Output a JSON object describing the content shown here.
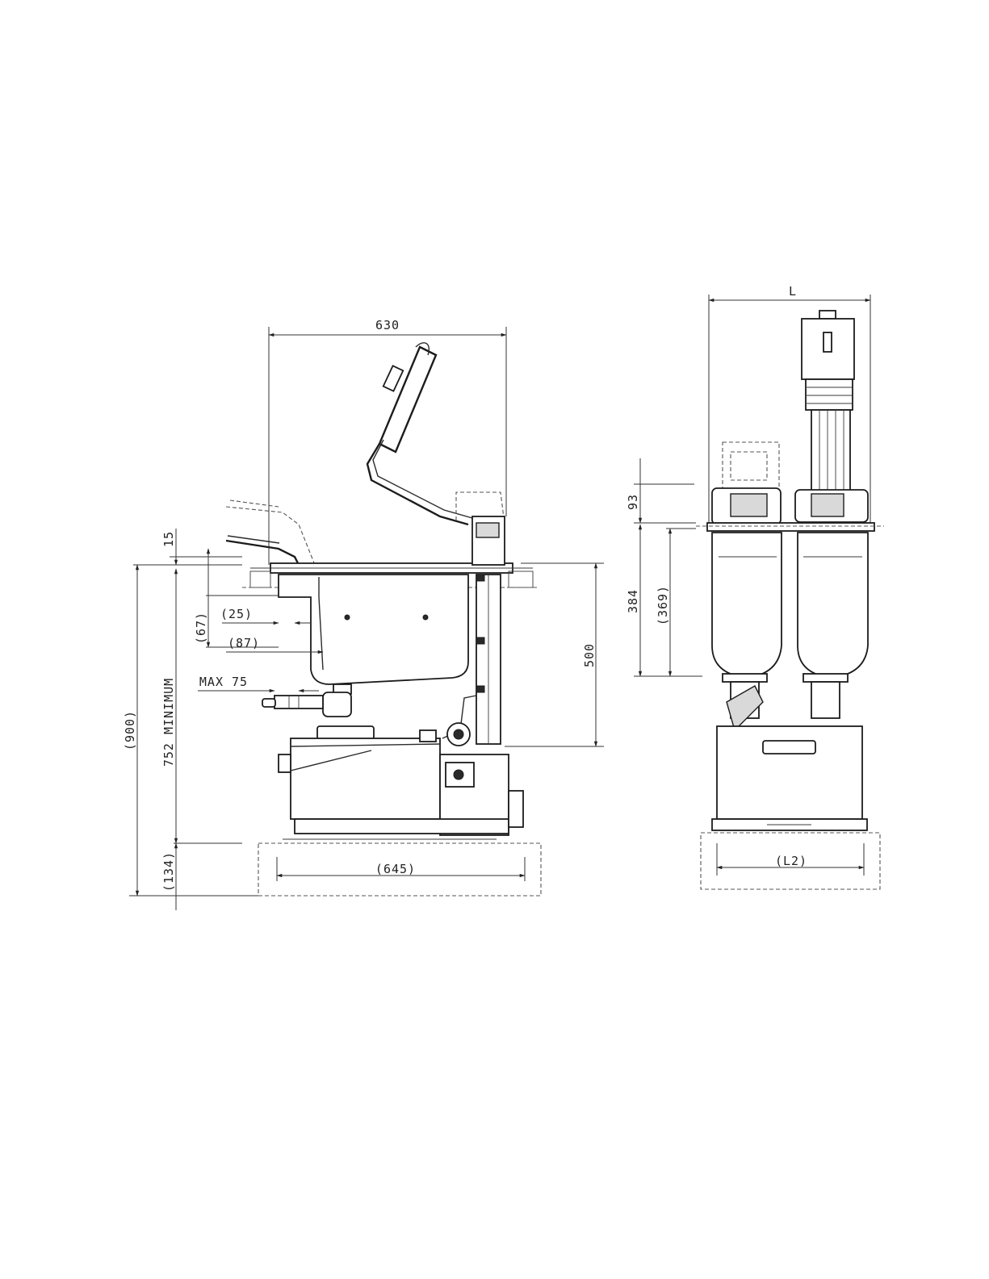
{
  "side_view": {
    "dim_width_top": "630",
    "dim_15": "15",
    "dim_25": "(25)",
    "dim_67": "(67)",
    "dim_87": "(87)",
    "dim_max75": "MAX 75",
    "dim_900": "(900)",
    "dim_752": "752 MINIMUM",
    "dim_134": "(134)",
    "dim_500": "500",
    "dim_645": "(645)"
  },
  "front_view": {
    "dim_L": "L",
    "dim_93": "93",
    "dim_384": "384",
    "dim_369": "(369)",
    "dim_L2": "(L2)"
  }
}
